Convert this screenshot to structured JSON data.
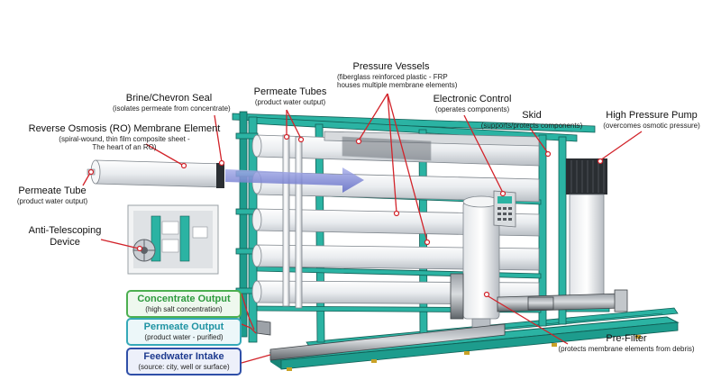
{
  "labels": {
    "brine_seal": {
      "title": "Brine/Chevron Seal",
      "sub": "(isolates permeate from concentrate)"
    },
    "ro_element": {
      "title": "Reverse Osmosis (RO) Membrane Element",
      "sub1": "(spiral-wound, thin film composite sheet -",
      "sub2": "The heart of an RO)"
    },
    "permeate_tube": {
      "title": "Permeate Tube",
      "sub": "(product water output)"
    },
    "anti_telescoping": {
      "line1": "Anti-Telescoping",
      "line2": "Device"
    },
    "permeate_tubes": {
      "title": "Permeate Tubes",
      "sub": "(product water output)"
    },
    "pressure_vessels": {
      "title": "Pressure Vessels",
      "sub1": "(fiberglass reinforced plastic - FRP",
      "sub2": "houses multiple membrane elements)"
    },
    "electronic_control": {
      "title": "Electronic Control",
      "sub": "(operates components)"
    },
    "skid": {
      "title": "Skid",
      "sub": "(supports/protects components)"
    },
    "hp_pump": {
      "title": "High Pressure Pump",
      "sub": "(overcomes osmotic pressure)"
    },
    "prefilter": {
      "title": "Pre-Filter",
      "sub": "(protects membrane elements from debris)"
    }
  },
  "boxes": {
    "concentrate": {
      "title": "Concentrate Output",
      "sub": "(high salt concentration)"
    },
    "permeate": {
      "title": "Permeate Output",
      "sub": "(product water - purified)"
    },
    "feedwater": {
      "title": "Feedwater Intake",
      "sub": "(source: city, well or surface)"
    }
  },
  "colors": {
    "frame": "#2bb3a3",
    "frame_dark": "#188577",
    "callout": "#d2232a",
    "concentrate_border": "#4caf50",
    "concentrate_text": "#2e9a3e",
    "permeate_border": "#35a9b8",
    "permeate_text": "#1f93a3",
    "feedwater_border": "#2f4fa8",
    "feedwater_text": "#1d3a8f",
    "arrow": "#7c86d6"
  }
}
